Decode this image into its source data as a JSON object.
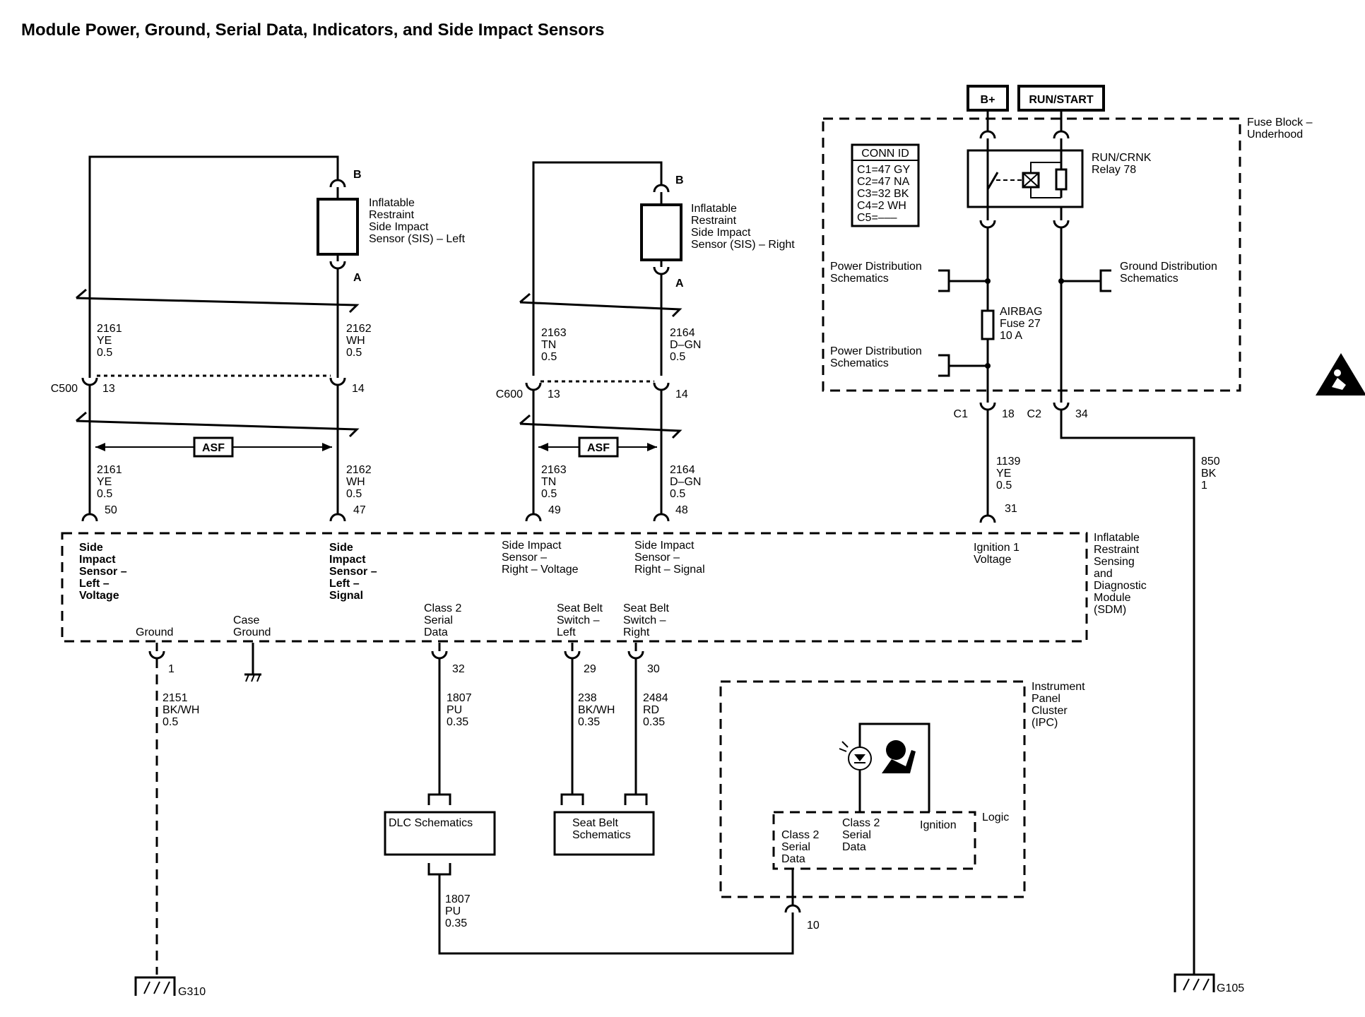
{
  "title": "Module Power, Ground, Serial Data, Indicators, and Side Impact Sensors",
  "power": {
    "bplus": "B+",
    "runstart": "RUN/START"
  },
  "fuse_block": {
    "label1": "Fuse Block –",
    "label2": "Underhood",
    "conn_id_title": "CONN ID",
    "conn_ids": [
      "C1=47 GY",
      "C2=47 NA",
      "C3=32 BK",
      "C4=2 WH",
      "C5=–––"
    ],
    "relay_name": "RUN/CRNK",
    "relay_num": "Relay 78",
    "power_dist_1": [
      "Power Distribution",
      "Schematics"
    ],
    "power_dist_2": [
      "Power Distribution",
      "Schematics"
    ],
    "ground_dist": [
      "Ground Distribution",
      "Schematics"
    ],
    "fuse_name": "AIRBAG",
    "fuse_num": "Fuse 27",
    "fuse_rating": "10 A",
    "c1": "C1",
    "c1_pin": "18",
    "c2": "C2",
    "c2_pin": "34"
  },
  "sensor_left": {
    "name": [
      "Inflatable",
      "Restraint",
      "Side Impact",
      "Sensor (SIS) – Left"
    ],
    "pin_b": "B",
    "pin_a": "A",
    "wire1": [
      "2161",
      "YE",
      "0.5"
    ],
    "wire2": [
      "2162",
      "WH",
      "0.5"
    ],
    "connector": "C500",
    "conn_pin1": "13",
    "conn_pin2": "14",
    "asf": "ASF",
    "sdm_pin1": "50",
    "sdm_pin2": "47"
  },
  "sensor_right": {
    "name": [
      "Inflatable",
      "Restraint",
      "Side Impact",
      "Sensor (SIS) – Right"
    ],
    "pin_b": "B",
    "pin_a": "A",
    "wire1": [
      "2163",
      "TN",
      "0.5"
    ],
    "wire2": [
      "2164",
      "D–GN",
      "0.5"
    ],
    "connector": "C600",
    "conn_pin1": "13",
    "conn_pin2": "14",
    "asf": "ASF",
    "sdm_pin1": "49",
    "sdm_pin2": "48"
  },
  "ignition_wire": [
    "1139",
    "YE",
    "0.5"
  ],
  "ignition_pin": "31",
  "ground_wire_850": [
    "850",
    "BK",
    "1"
  ],
  "sdm": {
    "name": [
      "Inflatable",
      "Restraint",
      "Sensing",
      "and",
      "Diagnostic",
      "Module",
      "(SDM)"
    ],
    "terms": {
      "sis_left_voltage": [
        "Side",
        "Impact",
        "Sensor –",
        "Left –",
        "Voltage"
      ],
      "sis_left_signal": [
        "Side",
        "Impact",
        "Sensor –",
        "Left –",
        "Signal"
      ],
      "sis_right_voltage": [
        "Side Impact",
        "Sensor –",
        "Right – Voltage"
      ],
      "sis_right_signal": [
        "Side Impact",
        "Sensor –",
        "Right – Signal"
      ],
      "ignition": [
        "Ignition 1",
        "Voltage"
      ],
      "ground": [
        "Ground"
      ],
      "case_ground": [
        "Case",
        "Ground"
      ],
      "class2": [
        "Class 2",
        "Serial",
        "Data"
      ],
      "belt_left": [
        "Seat Belt",
        "Switch –",
        "Left"
      ],
      "belt_right": [
        "Seat Belt",
        "Switch –",
        "Right"
      ]
    },
    "pins": {
      "ground": "1",
      "class2": "32",
      "belt_left": "29",
      "belt_right": "30"
    }
  },
  "bottom_wires": {
    "ground": [
      "2151",
      "BK/WH",
      "0.5"
    ],
    "class2": [
      "1807",
      "PU",
      "0.35"
    ],
    "belt_left": [
      "238",
      "BK/WH",
      "0.35"
    ],
    "belt_right": [
      "2484",
      "RD",
      "0.35"
    ],
    "dlc_ipc": [
      "1807",
      "PU",
      "0.35"
    ]
  },
  "dlc_label": "DLC Schematics",
  "seatbelt_label": [
    "Seat Belt",
    "Schematics"
  ],
  "ipc": {
    "name": [
      "Instrument",
      "Panel",
      "Cluster",
      "(IPC)"
    ],
    "logic": "Logic",
    "class2_a": [
      "Class 2",
      "Serial",
      "Data"
    ],
    "class2_b": [
      "Class 2",
      "Serial",
      "Data"
    ],
    "ignition": "Ignition",
    "pin": "10"
  },
  "grounds": {
    "g310": "G310",
    "g105": "G105"
  }
}
